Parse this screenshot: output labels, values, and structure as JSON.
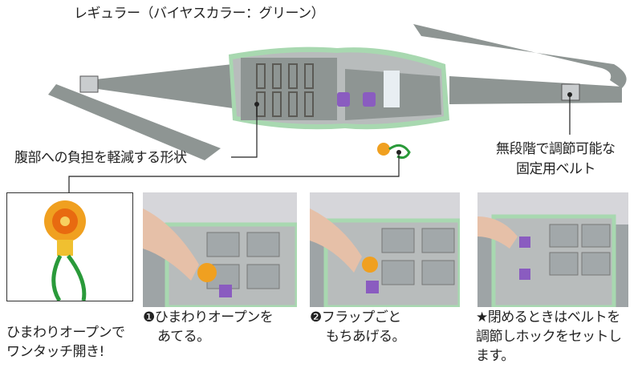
{
  "title": "レギュラー（バイヤスカラー：グリーン）",
  "callouts": {
    "abdomen": "腹部への負担を軽減する形状",
    "belt_line1": "無段階で調節可能な",
    "belt_line2": "固定用ベルト"
  },
  "panels": [
    {
      "caption_line1": "ひまわりオープンで",
      "caption_line2": "ワンタッチ開き!"
    },
    {
      "caption_line1": "❶ひまわりオープンを",
      "caption_line2": "あてる。"
    },
    {
      "caption_line1": "❷フラップごと",
      "caption_line2": "もちあげる。"
    },
    {
      "caption_line1": "★閉めるときはベルトを",
      "caption_line2": "調節しホックをセットし",
      "caption_line3": "ます。"
    }
  ],
  "colors": {
    "belt_gray": "#8e9593",
    "bias_green": "#a8d8b0",
    "purple": "#8a5cc0",
    "sunflower": "#f0a020"
  }
}
